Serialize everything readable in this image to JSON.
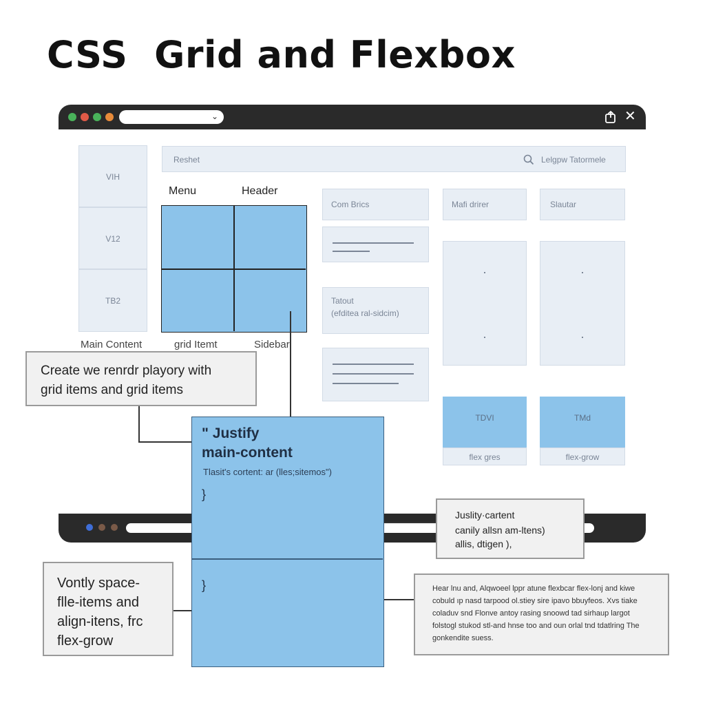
{
  "title": "CSS  Grid and Flexbox",
  "colors": {
    "window_frame": "#2a2a2a",
    "grid_blue": "#8cc3ea",
    "panel_bg": "#e8eef5",
    "dot_red": "#e05a47",
    "dot_orange": "#e88b3a",
    "dot_green": "#49b25a",
    "dot_blue": "#3f6ed8"
  },
  "browser": {
    "address_chevron": "⌄",
    "icons": [
      "share-icon",
      "close-icon"
    ]
  },
  "left_column": {
    "cells": [
      "VIH",
      "V12",
      "TB2"
    ],
    "label": "Main Content"
  },
  "search_bar": {
    "placeholder": "Reshet",
    "right_text": "Lelgpw Tatormele",
    "icon": "search-icon"
  },
  "grid": {
    "label_menu": "Menu",
    "label_header": "Header",
    "label_grid_item": "grid Itemt",
    "label_sidebar": "Sidebar"
  },
  "mid_column": {
    "panel1": "Com Brics",
    "panel3_line1": "Tatout",
    "panel3_line2": "(efditea ral-sidcim)"
  },
  "right_columns": {
    "col1_header": "Mafi drirer",
    "col2_header": "Slautar",
    "col1_box": "TDVI",
    "col2_box": "TMd",
    "col1_caption": "flex gres",
    "col2_caption": "flex-grow"
  },
  "callout_create": {
    "line1": "Create we renrdr playory with",
    "line2": "grid items and grid items"
  },
  "justify_box": {
    "heading1": "\" Justify",
    "heading2": "main-content",
    "code": "Tlasit's cortent: ar (lles;sitemos\")",
    "brace1": "}",
    "brace2": "}"
  },
  "callout_justify": {
    "line1": "Juslity·cartent",
    "line2": "canily allsn  am-ltens)",
    "line3": "allis, dtigen ),"
  },
  "callout_vontly": {
    "line1": "Vontly space-",
    "line2": "flle-items and",
    "line3": "align-itens, frc",
    "line4": "flex-grow"
  },
  "callout_desc": {
    "line1": "Hear lnu and, Alqwoeel lppr atune flexbcar flex-lonj and kiwe",
    "line2": "cobuld ıp nasd tarpood ol.stiey sire ipavo bbuyfeos. Xvs tiake",
    "line3": "coladuv snd Flonve antoy rasing snoowd tad sirhaup largot",
    "line4": "folstogl stukod stl-and hnse too and oun orlal tnd tdatlring The",
    "line5": "gonkendite suess."
  }
}
